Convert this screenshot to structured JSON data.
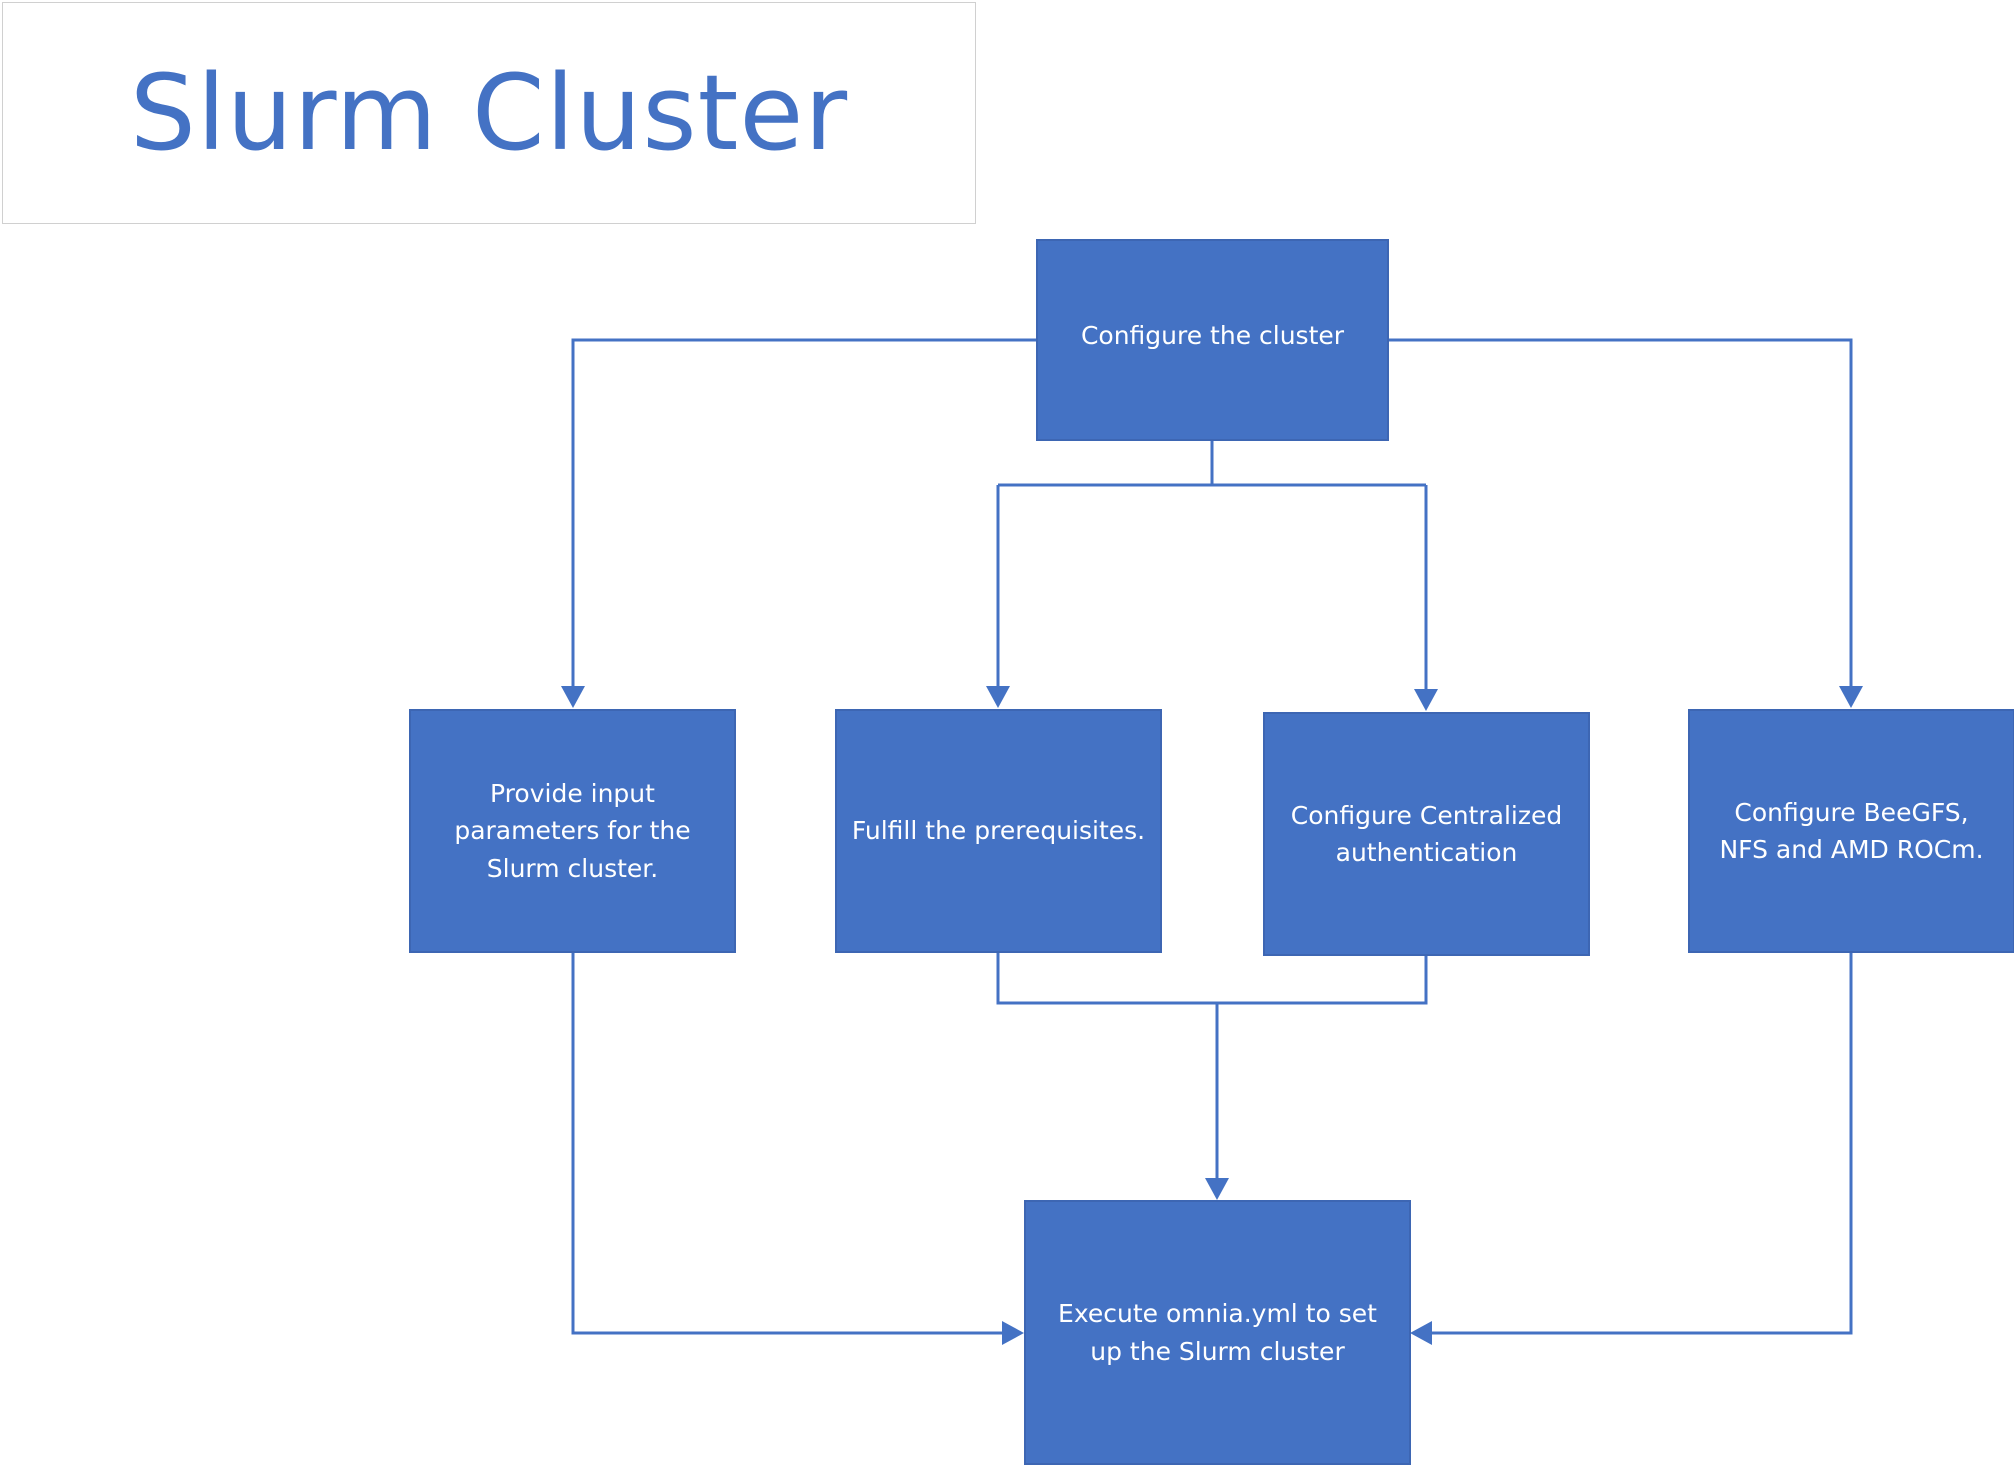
{
  "title": "Slurm Cluster",
  "colors": {
    "box_fill": "#4472c4",
    "connector": "#4472c4",
    "title_text": "#4472c4",
    "title_border": "#d0d0d0"
  },
  "nodes": {
    "configure_cluster": "Configure the cluster",
    "provide_input": "Provide input parameters for the Slurm cluster.",
    "fulfill_prereq": "Fulfill the prerequisites.",
    "centralized_auth": "Configure Centralized authentication",
    "beegfs_nfs_rocm": "Configure BeeGFS, NFS and AMD ROCm.",
    "execute_omnia": "Execute omnia.yml to set up the Slurm cluster"
  },
  "edges": [
    {
      "from": "configure_cluster",
      "to": "provide_input"
    },
    {
      "from": "configure_cluster",
      "to": "fulfill_prereq"
    },
    {
      "from": "configure_cluster",
      "to": "centralized_auth"
    },
    {
      "from": "configure_cluster",
      "to": "beegfs_nfs_rocm"
    },
    {
      "from": "provide_input",
      "to": "execute_omnia"
    },
    {
      "from": "fulfill_prereq",
      "to": "execute_omnia"
    },
    {
      "from": "centralized_auth",
      "to": "execute_omnia"
    },
    {
      "from": "beegfs_nfs_rocm",
      "to": "execute_omnia"
    }
  ]
}
